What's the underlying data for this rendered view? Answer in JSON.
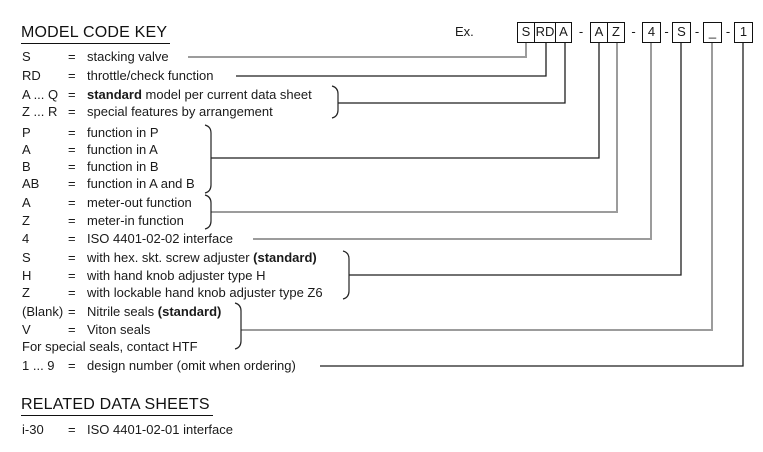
{
  "title": "MODEL CODE KEY",
  "colors": {
    "connector_gray": "#9c9c9c",
    "connector_black": "#1f1f1f",
    "box_border": "#111111",
    "text": "#1a1a1a"
  },
  "example": {
    "label": "Ex.",
    "separator": "-",
    "boxes": [
      "S",
      "RD",
      "A",
      "A",
      "Z",
      "4",
      "S",
      "_",
      "1"
    ]
  },
  "key": {
    "rows": [
      {
        "code": "S",
        "eq": "=",
        "desc": [
          [
            "stacking valve",
            0
          ]
        ]
      },
      {
        "code": "RD",
        "eq": "=",
        "desc": [
          [
            "throttle/check function",
            0
          ]
        ]
      },
      {
        "code": "A ... Q",
        "eq": "=",
        "desc": [
          [
            "standard",
            1
          ],
          [
            " model per current data sheet",
            0
          ]
        ]
      },
      {
        "code": "Z ... R",
        "eq": "=",
        "desc": [
          [
            "special features by arrangement",
            0
          ]
        ]
      },
      {
        "code": "P",
        "eq": "=",
        "desc": [
          [
            "function in P",
            0
          ]
        ]
      },
      {
        "code": "A",
        "eq": "=",
        "desc": [
          [
            "function in A",
            0
          ]
        ]
      },
      {
        "code": "B",
        "eq": "=",
        "desc": [
          [
            "function in B",
            0
          ]
        ]
      },
      {
        "code": "AB",
        "eq": "=",
        "desc": [
          [
            "function in A and B",
            0
          ]
        ]
      },
      {
        "code": "A",
        "eq": "=",
        "desc": [
          [
            "meter-out function",
            0
          ]
        ]
      },
      {
        "code": "Z",
        "eq": "=",
        "desc": [
          [
            "meter-in function",
            0
          ]
        ]
      },
      {
        "code": "4",
        "eq": "=",
        "desc": [
          [
            "ISO 4401-02-02 interface",
            0
          ]
        ]
      },
      {
        "code": "S",
        "eq": "=",
        "desc": [
          [
            "with hex. skt. screw adjuster ",
            0
          ],
          [
            "(standard)",
            1
          ]
        ]
      },
      {
        "code": "H",
        "eq": "=",
        "desc": [
          [
            "with hand knob adjuster type H",
            0
          ]
        ]
      },
      {
        "code": "Z",
        "eq": "=",
        "desc": [
          [
            "with lockable hand knob adjuster type Z6",
            0
          ]
        ]
      },
      {
        "code": "(Blank)",
        "eq": "=",
        "desc": [
          [
            "Nitrile seals ",
            0
          ],
          [
            "(standard)",
            1
          ]
        ]
      },
      {
        "code": "V",
        "eq": "=",
        "desc": [
          [
            "Viton seals",
            0
          ]
        ]
      },
      {
        "code": "",
        "eq": "",
        "desc": [
          [
            "For special seals, contact HTF",
            0
          ]
        ]
      },
      {
        "code": "1 ... 9",
        "eq": "=",
        "desc": [
          [
            "design number (omit when ordering)",
            0
          ]
        ]
      }
    ]
  },
  "related": {
    "title": "RELATED DATA SHEETS",
    "rows": [
      {
        "code": "i-30",
        "eq": "=",
        "desc": [
          [
            "ISO 4401-02-01 interface",
            0
          ]
        ]
      }
    ]
  }
}
